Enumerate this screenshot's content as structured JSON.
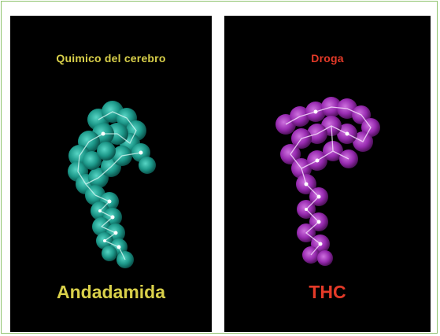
{
  "panels": [
    {
      "title": "Quimico del cerebro",
      "name": "Andadamida",
      "molecule_color": "#2fbfae",
      "label_color": "#d9d04a",
      "icon": "molecule-model"
    },
    {
      "title": "Droga",
      "name": "THC",
      "molecule_color": "#b83fcf",
      "label_color": "#e43a28",
      "icon": "molecule-model"
    }
  ],
  "colors": {
    "background": "#000000",
    "frame_border": "#8fc46e"
  }
}
